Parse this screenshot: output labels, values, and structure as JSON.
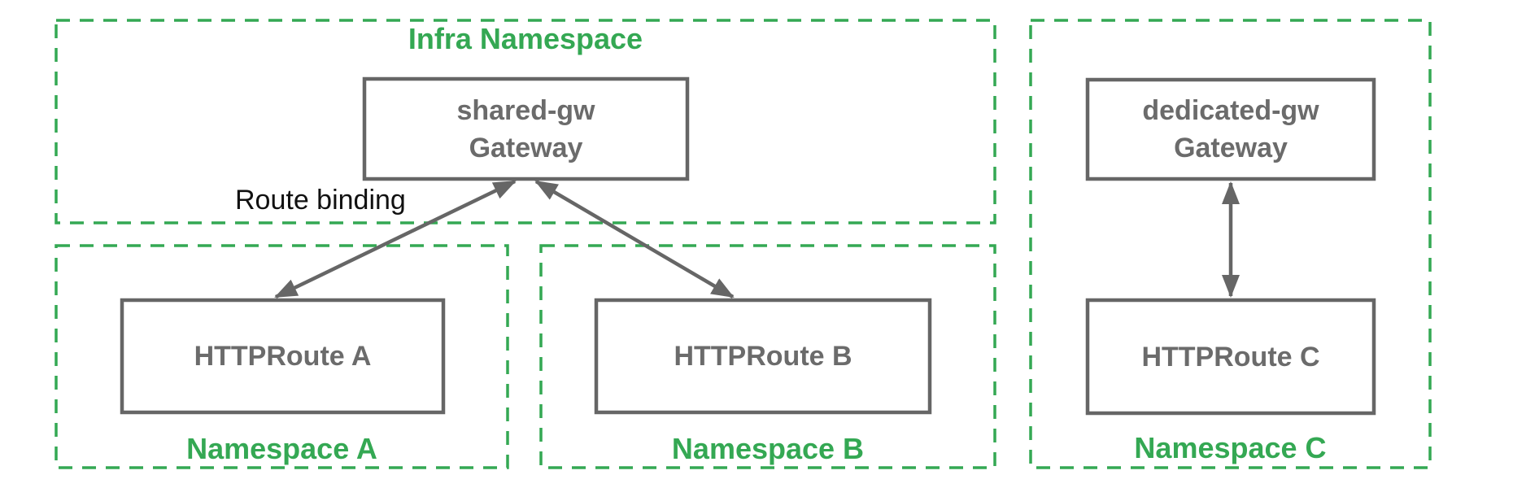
{
  "colors": {
    "namespace_green": "#34a853",
    "box_gray": "#666666",
    "text_gray": "#6b6b6b",
    "annotation_black": "#111111",
    "background": "#ffffff"
  },
  "diagram": {
    "infra_namespace": {
      "label": "Infra Namespace",
      "gateway": {
        "name": "shared-gw",
        "type": "Gateway"
      }
    },
    "annotations": {
      "route_binding": "Route binding"
    },
    "namespace_a": {
      "label": "Namespace A",
      "route": {
        "name": "HTTPRoute A"
      }
    },
    "namespace_b": {
      "label": "Namespace B",
      "route": {
        "name": "HTTPRoute B"
      }
    },
    "namespace_c": {
      "label": "Namespace C",
      "gateway": {
        "name": "dedicated-gw",
        "type": "Gateway"
      },
      "route": {
        "name": "HTTPRoute C"
      }
    }
  }
}
